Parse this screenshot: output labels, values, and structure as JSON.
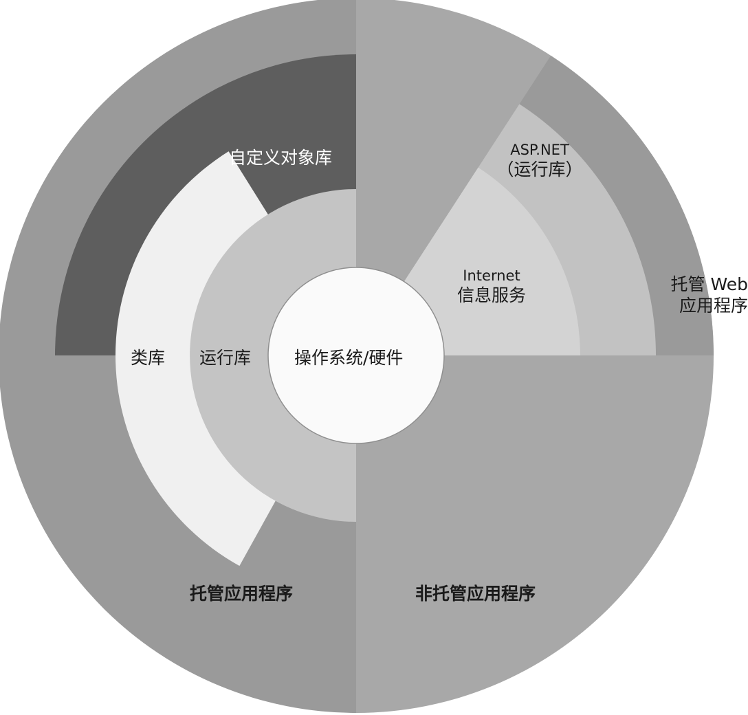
{
  "diagram": {
    "labels": {
      "os_hardware": "操作系统/硬件",
      "runtime": "运行库",
      "class_library": "类库",
      "custom_object_library": "自定义对象库",
      "iis_line1": "Internet",
      "iis_line2": "信息服务",
      "aspnet_line1": "ASP.NET",
      "aspnet_line2": "（运行库）",
      "managed_web_line1": "托管 Web",
      "managed_web_line2": "应用程序",
      "managed_app": "托管应用程序",
      "unmanaged_app": "非托管应用程序"
    },
    "colors": {
      "outer_left": "#9a9a9a",
      "outer_right": "#a8a8a8",
      "custom_library": "#5e5e5e",
      "class_library": "#f0f0f0",
      "runtime": "#c4c4c4",
      "core": "#fafafa",
      "managed_web": "#9a9a9a",
      "aspnet": "#c2c2c2",
      "iis": "#d3d3d3",
      "outline": "#8f8f8f"
    }
  }
}
